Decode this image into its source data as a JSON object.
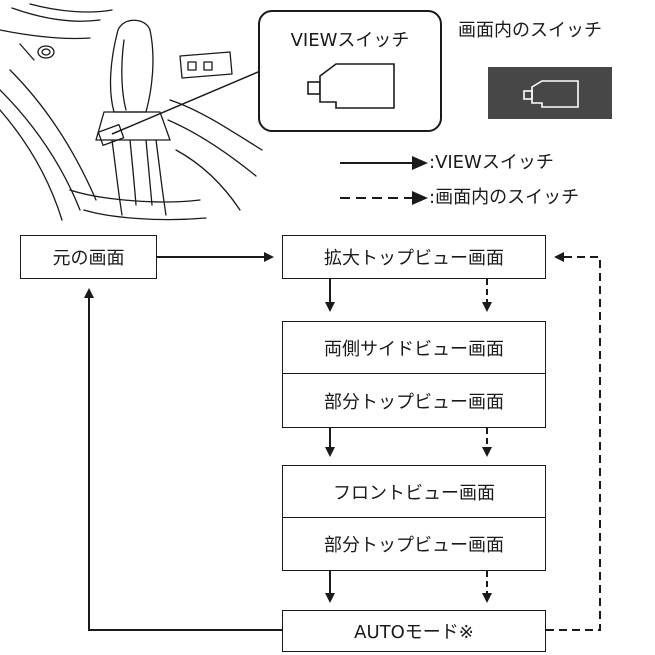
{
  "view_switch": {
    "title": "VIEWスイッチ",
    "icon": "camera-view-icon"
  },
  "screen_switch": {
    "title": "画面内のスイッチ",
    "icon": "camera-view-icon",
    "button_color": "#474747"
  },
  "legend": {
    "solid": ":VIEWスイッチ",
    "dashed": ":画面内のスイッチ"
  },
  "flow": {
    "original": "元の画面",
    "enlarged_top": "拡大トップビュー画面",
    "both_sides": "両側サイドビュー画面",
    "partial_top_1": "部分トップビュー画面",
    "front": "フロントビュー画面",
    "partial_top_2": "部分トップビュー画面",
    "auto": "AUTOモード※"
  }
}
